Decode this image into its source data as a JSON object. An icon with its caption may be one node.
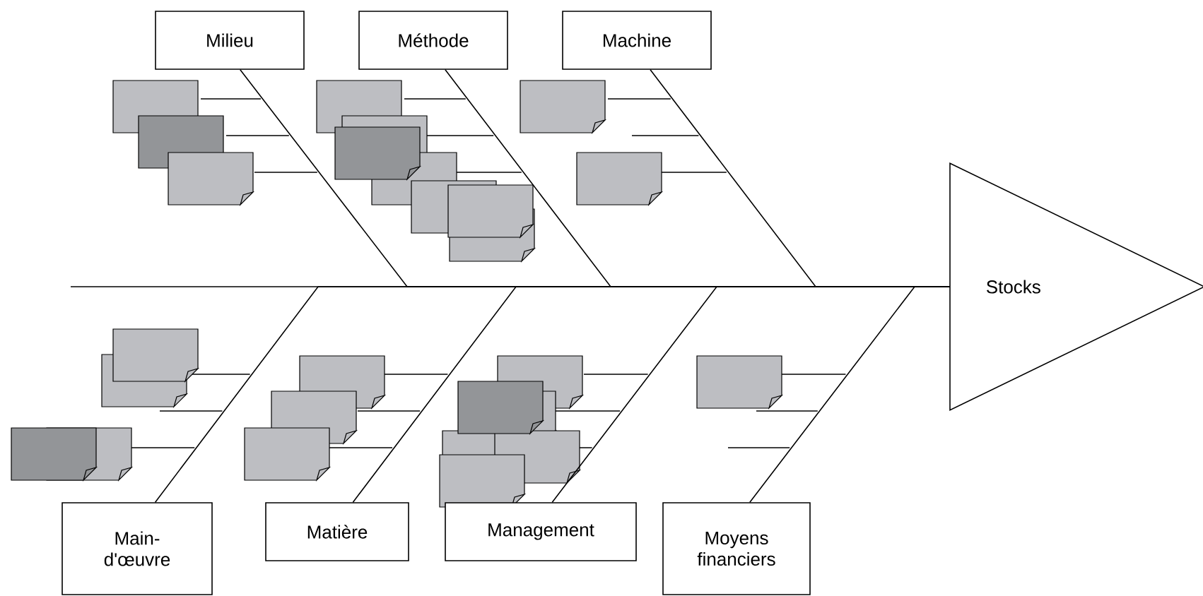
{
  "diagram": {
    "nodes": [
      {
        "text": [
          "Milieu"
        ]
      },
      {
        "text": [
          "Méthode"
        ]
      },
      {
        "text": [
          "Machine"
        ]
      },
      {
        "text": [
          "Stocks"
        ]
      },
      {
        "text": [
          "Main- d'œuvre"
        ]
      },
      {
        "text": [
          "Matière"
        ]
      },
      {
        "text": [
          "Management"
        ]
      },
      {
        "text": [
          "Moyens financiers"
        ]
      }
    ],
    "edges": [
      {
        "from": 0,
        "to": 3,
        "arrow": "none"
      },
      {
        "from": 1,
        "to": 3,
        "arrow": "none"
      },
      {
        "from": 2,
        "to": 3,
        "arrow": "none"
      },
      {
        "from": 4,
        "to": 3,
        "arrow": "none"
      },
      {
        "from": 5,
        "to": 3,
        "arrow": "none"
      },
      {
        "from": 6,
        "to": 3,
        "arrow": "none"
      },
      {
        "from": 7,
        "to": 3,
        "arrow": "none"
      }
    ]
  }
}
